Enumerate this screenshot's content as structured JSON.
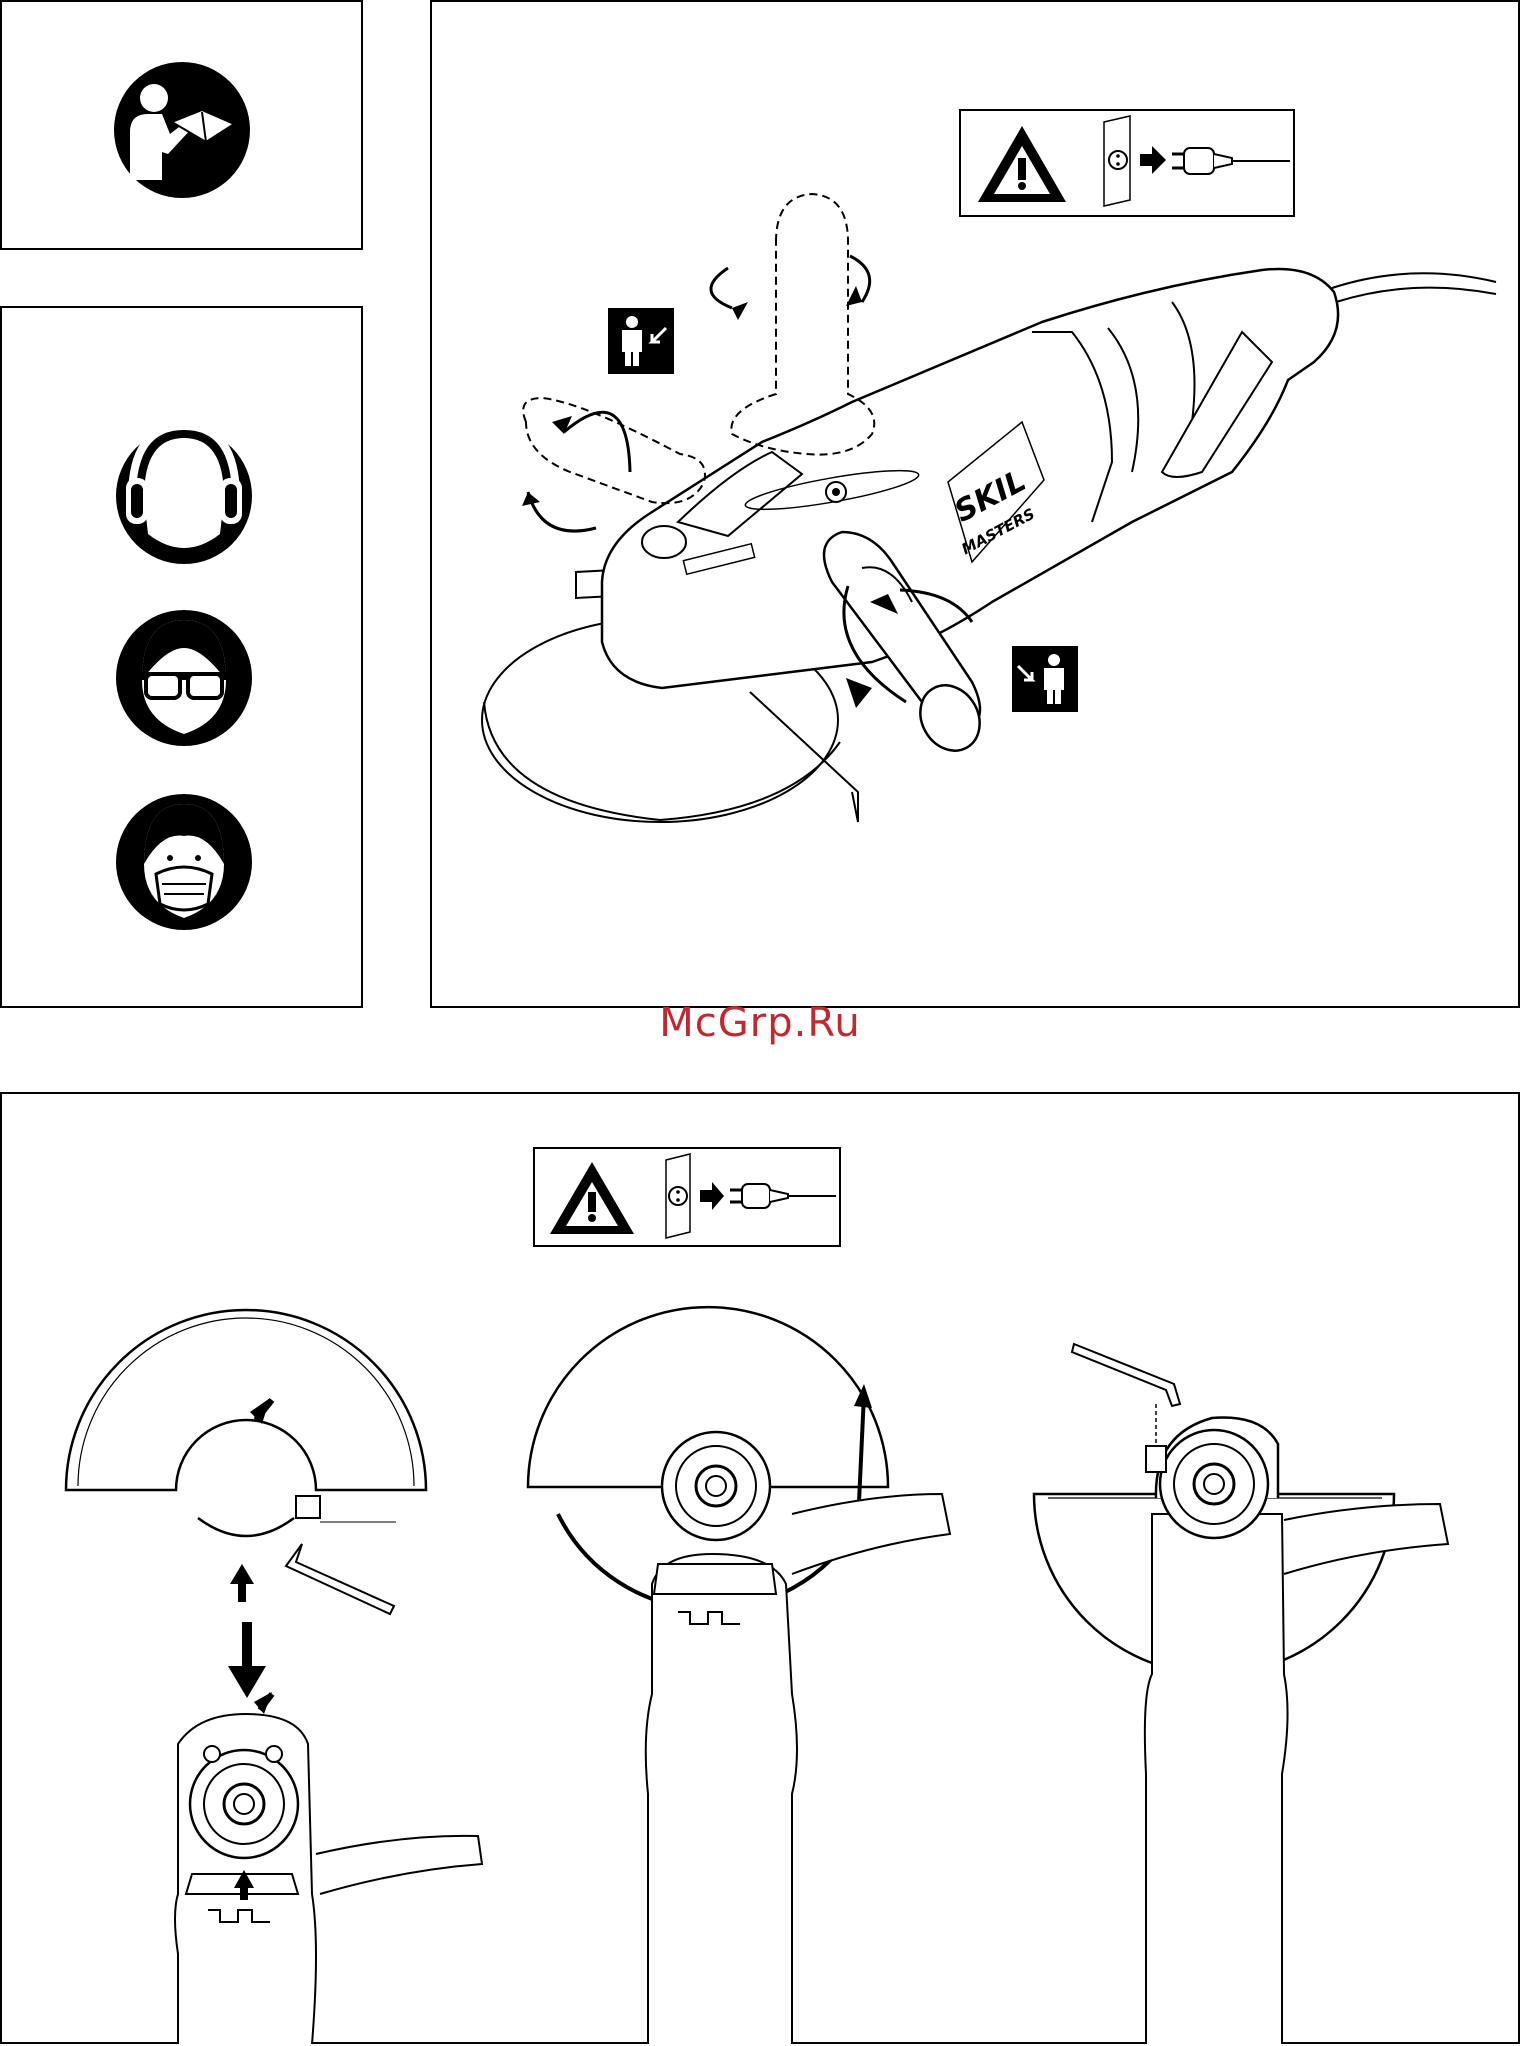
{
  "watermark": {
    "text": "McGrp.Ru",
    "color": "#c0292f"
  },
  "tool": {
    "brand": "SKIL",
    "series": "MASTERS"
  },
  "icons": {
    "manual": "read-manual-icon",
    "hearing": "ear-protection-icon",
    "eyes": "eye-protection-icon",
    "mask": "dust-mask-icon",
    "warning": "warning-triangle-icon",
    "unplug": "unplug-icon",
    "handle_left": "handle-position-icon",
    "handle_right": "handle-position-icon"
  },
  "colors": {
    "line": "#000000",
    "background": "#ffffff"
  }
}
